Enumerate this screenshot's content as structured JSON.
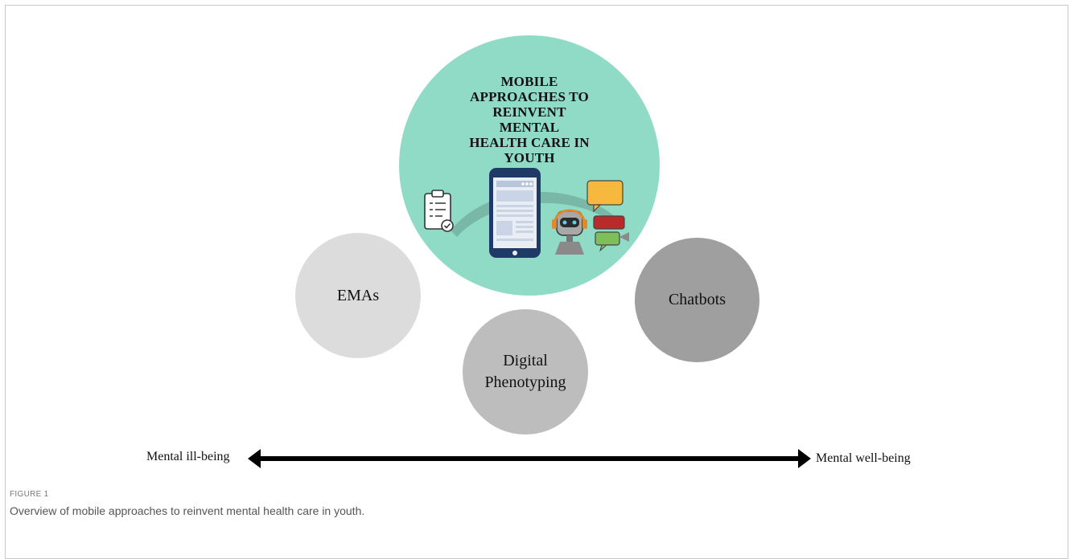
{
  "diagram": {
    "center_title": [
      "MOBILE",
      "APPROACHES TO",
      "REINVENT MENTAL",
      "HEALTH CARE IN",
      "YOUTH"
    ],
    "nodes": {
      "ema": "EMAs",
      "digital_line1": "Digital",
      "digital_line2": "Phenotyping",
      "chatbots": "Chatbots"
    },
    "axis": {
      "left_label": "Mental ill-being",
      "right_label": "Mental well-being"
    },
    "icons": [
      "clipboard-checklist-icon",
      "smartphone-app-icon",
      "robot-headset-icon",
      "chat-bubbles-icon"
    ]
  },
  "colors": {
    "center": "#8fdbc6",
    "ema": "#dcdcdc",
    "digital": "#bdbdbd",
    "chatbots": "#9f9f9f"
  },
  "figure": {
    "label": "FIGURE 1",
    "caption": "Overview of mobile approaches to reinvent mental health care in youth."
  }
}
